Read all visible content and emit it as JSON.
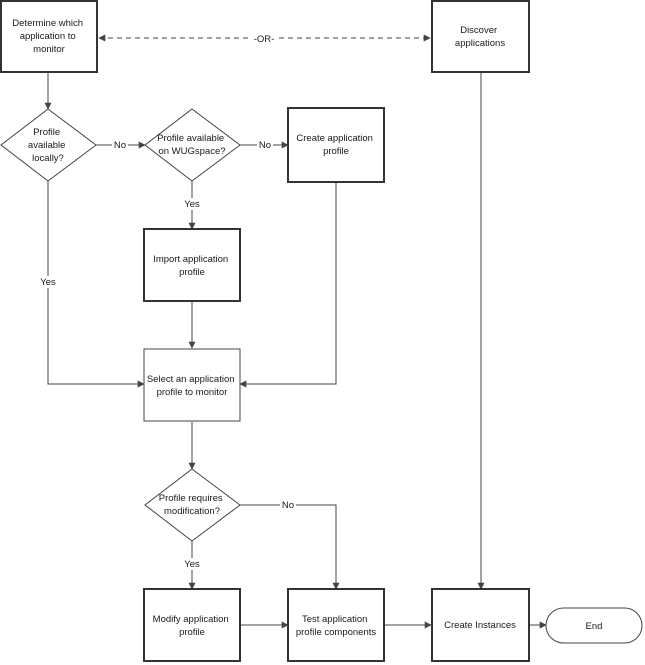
{
  "nodes": {
    "determine": {
      "lines": [
        "Determine which",
        "application to",
        "monitor"
      ]
    },
    "discover": {
      "lines": [
        "Discover",
        "applications"
      ]
    },
    "profile_local": {
      "lines": [
        "Profile",
        "available",
        "locally?"
      ]
    },
    "profile_wug": {
      "lines": [
        "Profile available",
        "on WUGspace?"
      ]
    },
    "create_profile": {
      "lines": [
        "Create application",
        "profile"
      ]
    },
    "import_profile": {
      "lines": [
        "Import application",
        "profile"
      ]
    },
    "select_profile": {
      "lines": [
        "Select an application",
        "profile to monitor"
      ]
    },
    "requires_mod": {
      "lines": [
        "Profile requires",
        "modification?"
      ]
    },
    "modify_profile": {
      "lines": [
        "Modify application",
        "profile"
      ]
    },
    "test_profile": {
      "lines": [
        "Test application",
        "profile components"
      ]
    },
    "create_instances": {
      "lines": [
        "Create Instances"
      ]
    },
    "end": {
      "lines": [
        "End"
      ]
    }
  },
  "edge_labels": {
    "or": "-OR-",
    "local_no": "No",
    "wug_no": "No",
    "wug_yes": "Yes",
    "local_yes": "Yes",
    "mod_no": "No",
    "mod_yes": "Yes"
  },
  "colors": {
    "stroke": "#444444",
    "text": "#1a1a1a",
    "background": "#ffffff"
  }
}
